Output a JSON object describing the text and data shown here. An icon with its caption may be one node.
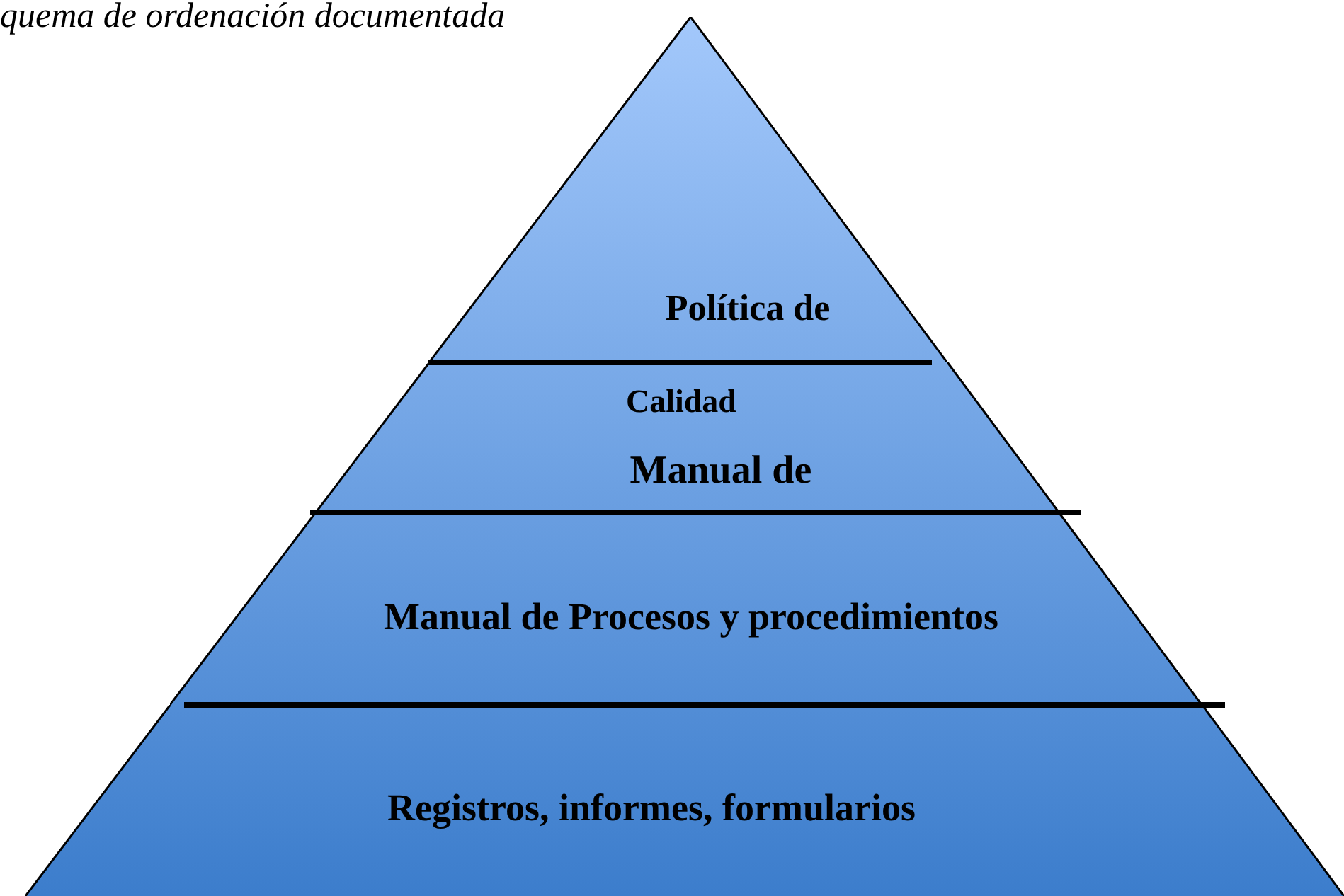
{
  "diagram": {
    "title": "quema de ordenación documentada",
    "nodes": [
      {
        "text": [
          "Política de"
        ]
      },
      {
        "text": [
          "Calidad",
          "Manual de"
        ]
      },
      {
        "text": [
          "Manual de Procesos y procedimientos"
        ]
      },
      {
        "text": [
          "Registros, informes, formularios"
        ]
      }
    ]
  }
}
